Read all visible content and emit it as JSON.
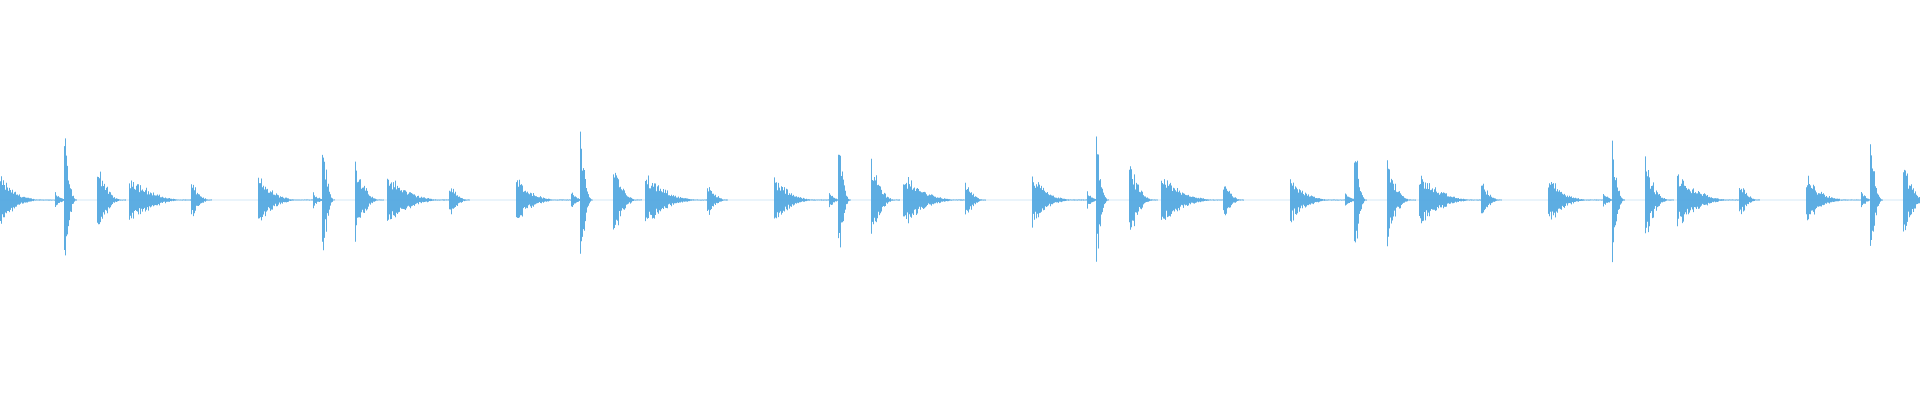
{
  "waveform": {
    "color": "#5dade2",
    "pattern_repeats": 8,
    "pattern": [
      {
        "label": "a",
        "amplitude": 0.14,
        "decay": 0.75,
        "length": 0.21
      },
      {
        "label": "b",
        "amplitude": 0.05,
        "decay": 0.75,
        "length": 0.07
      },
      {
        "label": "c",
        "amplitude": 0.4,
        "decay": 0.45,
        "length": 0.05
      },
      {
        "label": "d",
        "amplitude": 0.24,
        "decay": 0.6,
        "length": 0.11
      },
      {
        "label": "e",
        "amplitude": 0.15,
        "decay": 0.55,
        "length": 0.25
      },
      {
        "label": "f",
        "amplitude": 0.11,
        "decay": 0.4,
        "length": 0.08
      }
    ]
  }
}
